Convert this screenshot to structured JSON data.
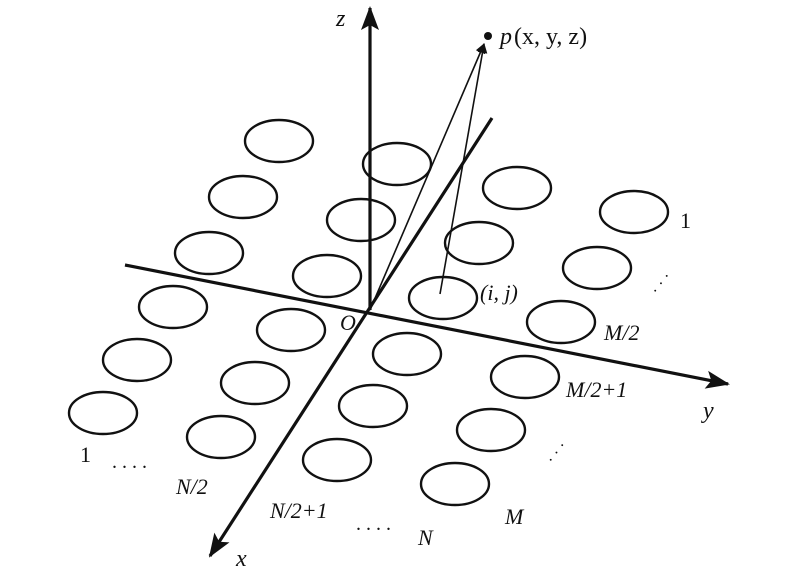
{
  "axes": {
    "z": "z",
    "y": "y",
    "x": "x",
    "origin": "O"
  },
  "point_label": {
    "p": "p",
    "rest": "(x, y, z)"
  },
  "element_label": "(i, j)",
  "row_labels": {
    "first": "1",
    "dots": "· · ·",
    "half": "M/2",
    "half_plus_one": "M/2+1",
    "last": "M"
  },
  "column_labels": {
    "first": "1",
    "dots_a": ". . . .",
    "half": "N/2",
    "half_plus_one": "N/2+1",
    "dots_b": ". . . .",
    "last": "N"
  },
  "colors": {
    "ink": "#111111",
    "background": "#ffffff"
  },
  "element_count": 24
}
